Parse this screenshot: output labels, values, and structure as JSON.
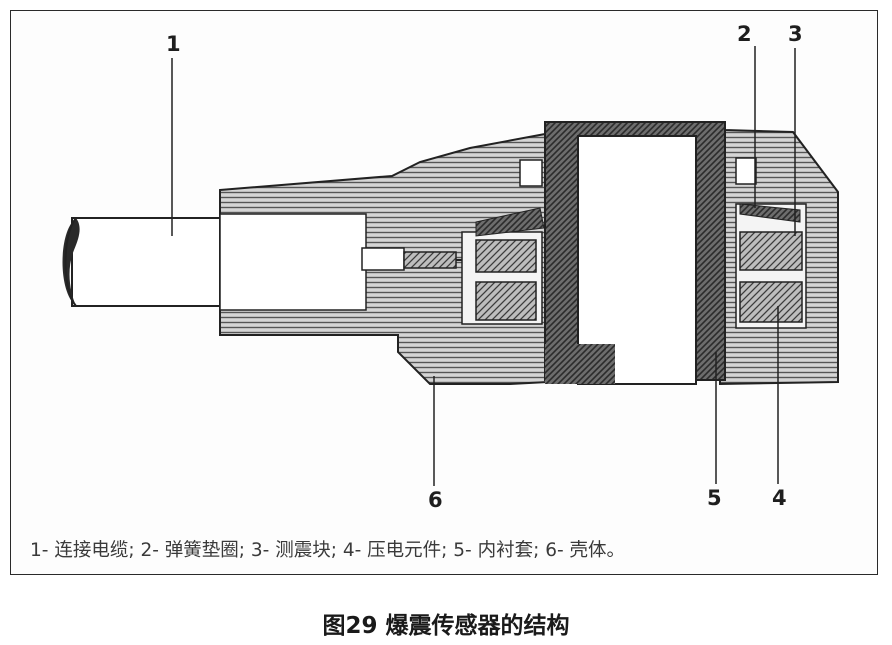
{
  "diagram": {
    "labels": {
      "l1": "1",
      "l2": "2",
      "l3": "3",
      "l4": "4",
      "l5": "5",
      "l6": "6"
    },
    "legend": "1- 连接电缆; 2- 弹簧垫圈; 3- 测震块; 4- 压电元件; 5- 内衬套; 6- 壳体。"
  },
  "caption": "图29 爆震传感器的结构"
}
